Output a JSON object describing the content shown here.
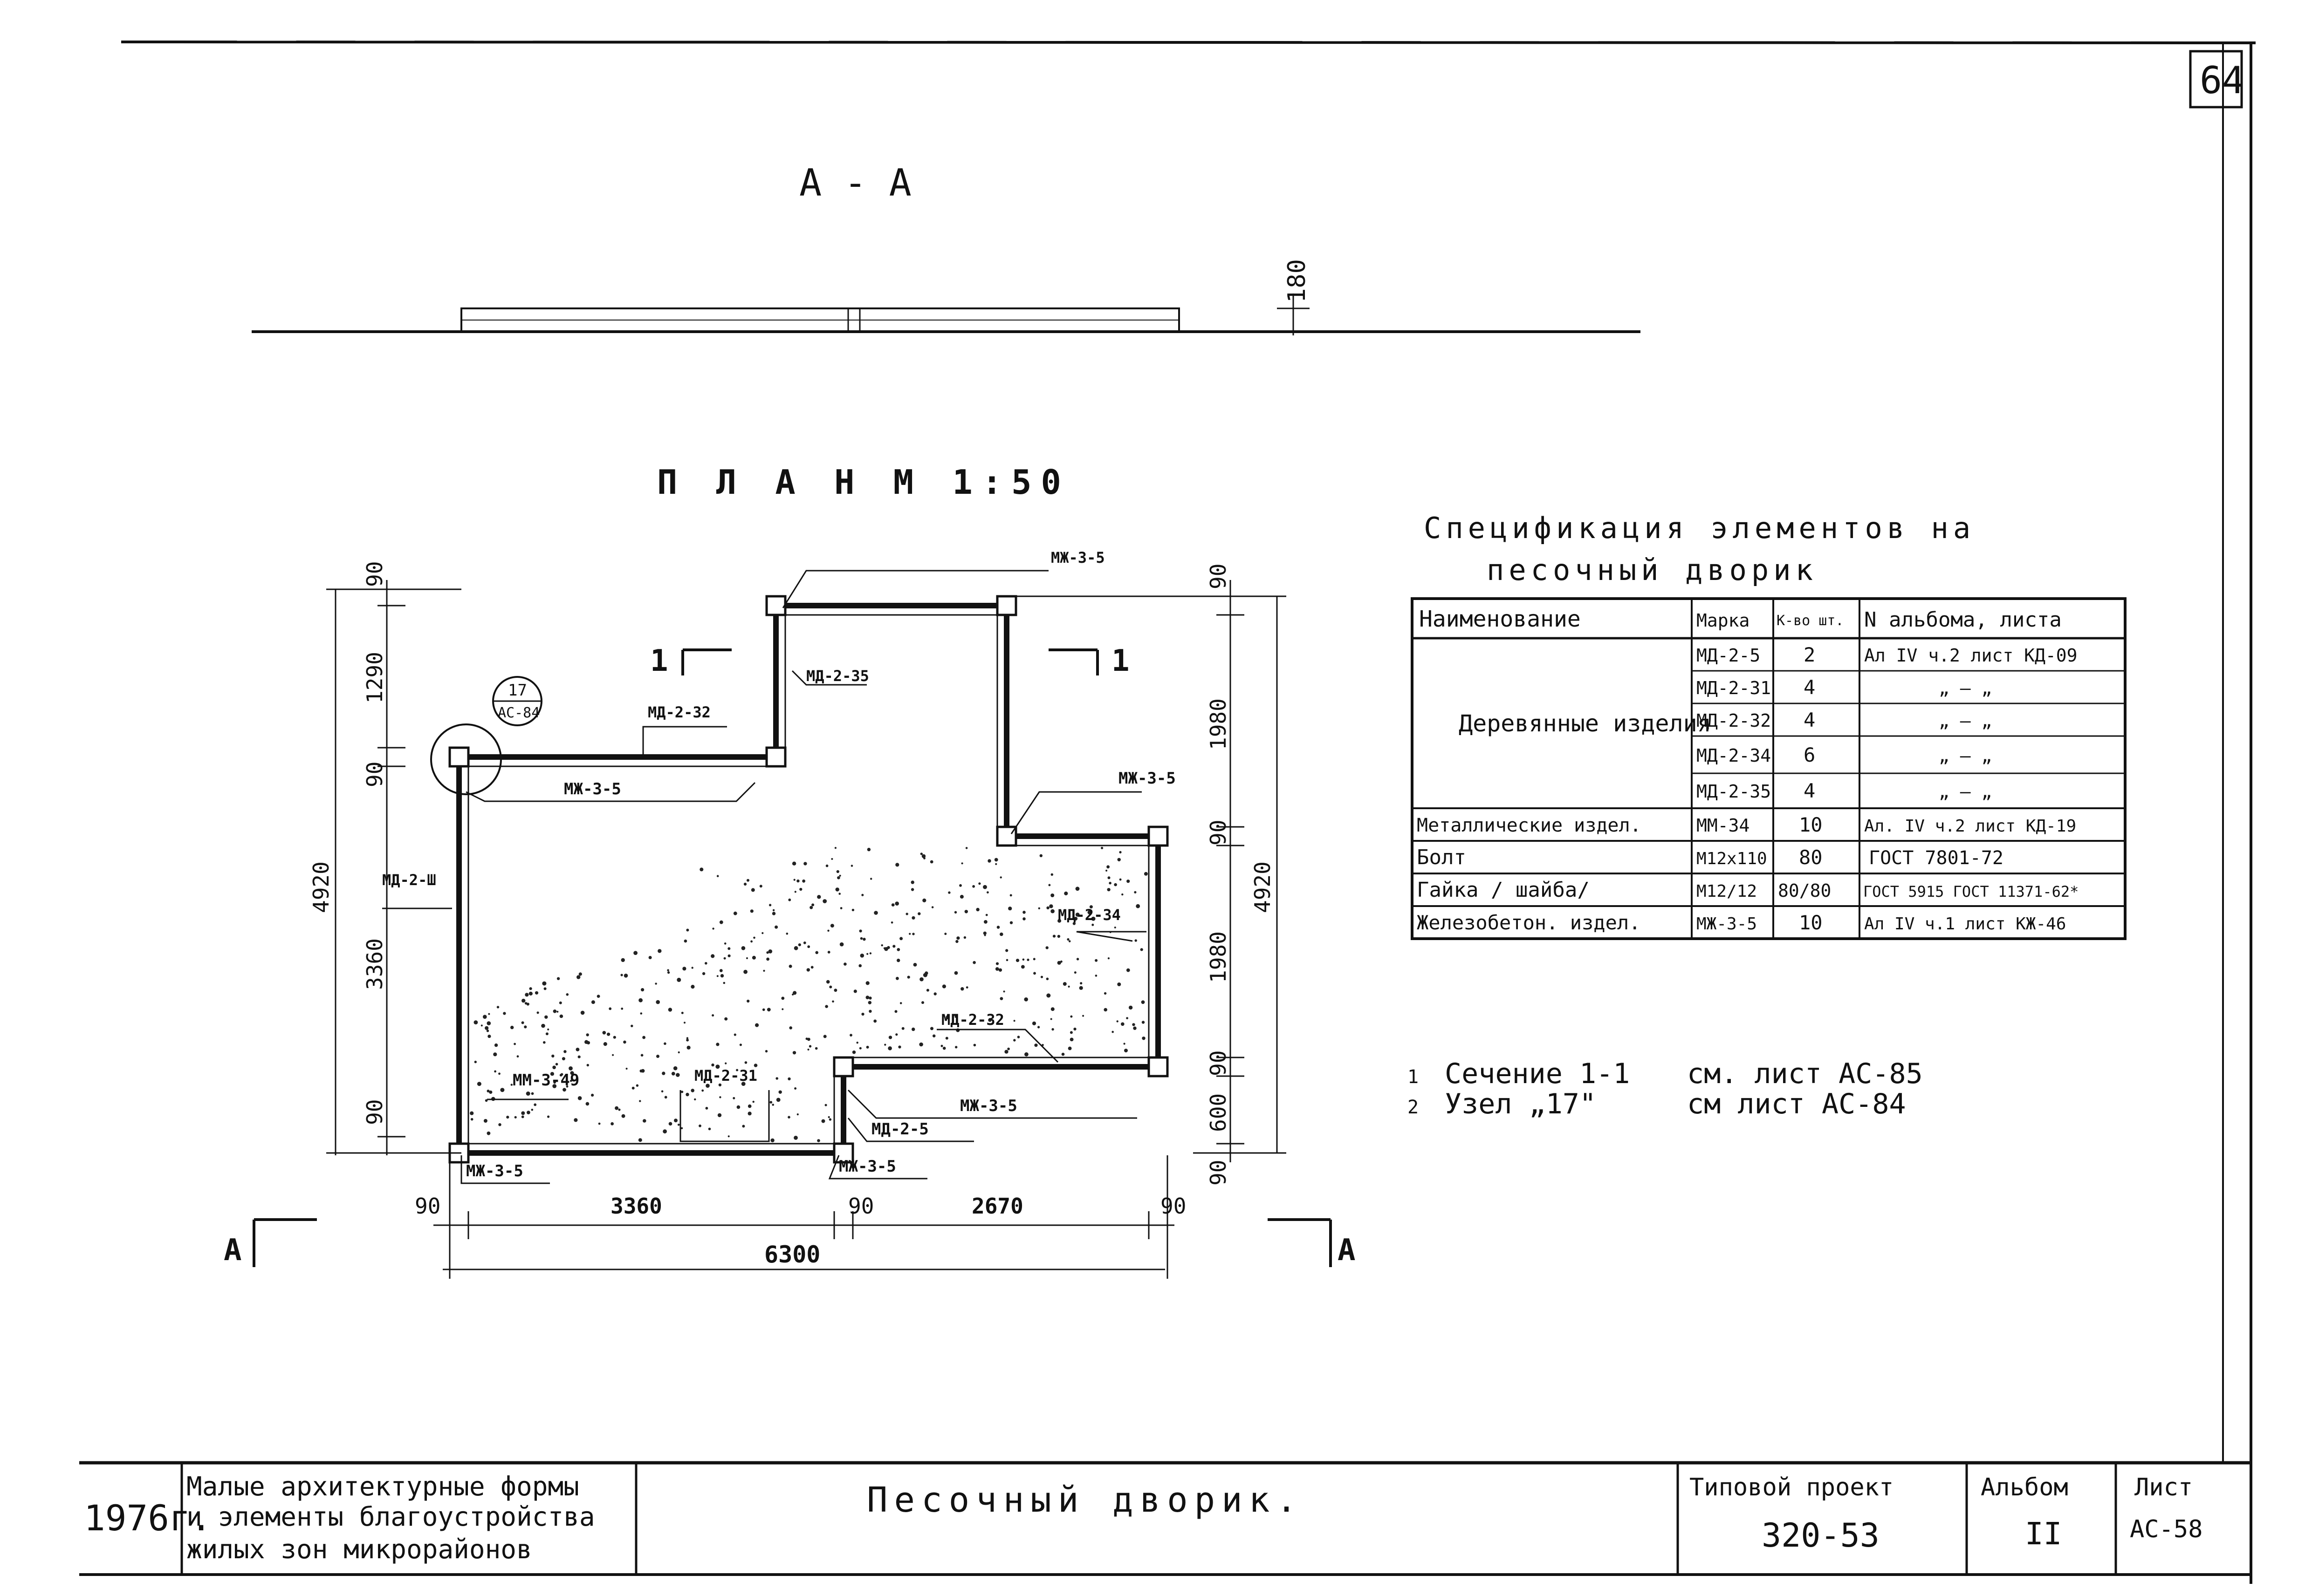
{
  "sheet_number": "64",
  "section": {
    "title": "А - А",
    "height_dim": "180"
  },
  "plan": {
    "title": "П Л А Н    М 1:50",
    "node_ref": {
      "number": "17",
      "sheet": "АС-84"
    },
    "cut_markers": {
      "section_1": "1",
      "section_a": "А"
    },
    "labels": {
      "mx35_top": "МЖ-3-5",
      "md232": "МД-2-32",
      "md235": "МД-2-35",
      "mx35_upper_left": "МЖ-3-5",
      "mx35_right": "МЖ-3-5",
      "md2ll": "МД-2-Ш",
      "md234": "МД-2-34",
      "md232b": "МД-2-32",
      "mm349": "ММ-3-49",
      "md231": "МД-2-31",
      "mx35_mid": "МЖ-3-5",
      "md25": "МД-2-5",
      "mx35_bottom_left": "МЖ-3-5",
      "mx35_bottom_mid": "МЖ-3-5"
    },
    "left_dims": {
      "d90a": "90",
      "d1290": "1290",
      "d90b": "90",
      "d3360": "3360",
      "d90c": "90",
      "total": "4920"
    },
    "right_dims": {
      "d90a": "90",
      "d1980a": "1980",
      "d90b": "90",
      "d1980b": "1980",
      "d90c": "90",
      "d600": "600",
      "d90d": "90",
      "total": "4920"
    },
    "bottom_dims": {
      "d90a": "90",
      "d3360": "3360",
      "d90b": "90",
      "d2670": "2670",
      "d90c": "90",
      "total": "6300"
    }
  },
  "spec": {
    "title_line1": "Спецификация элементов на",
    "title_line2": "песочный дворик",
    "headers": [
      "Наименование",
      "Марка",
      "К-во шт.",
      "N альбома, листа"
    ],
    "rows": [
      {
        "name": "Деревянные изделия",
        "mark": "МД-2-5",
        "qty": "2",
        "album": "Ал IV ч.2 лист КД-09"
      },
      {
        "name": "",
        "mark": "МД-2-31",
        "qty": "4",
        "album": "„ — „"
      },
      {
        "name": "",
        "mark": "МД-2-32",
        "qty": "4",
        "album": "„ — „"
      },
      {
        "name": "",
        "mark": "МД-2-34",
        "qty": "6",
        "album": "„ — „"
      },
      {
        "name": "",
        "mark": "МД-2-35",
        "qty": "4",
        "album": "„ — „"
      },
      {
        "name": "Металлические издел.",
        "mark": "ММ-34",
        "qty": "10",
        "album": "Ал. IV ч.2 лист КД-19"
      },
      {
        "name": "Болт",
        "mark": "М12х110",
        "qty": "80",
        "album": "ГОСТ 7801-72"
      },
      {
        "name": "Гайка / шайба/",
        "mark": "М12/12",
        "qty": "80/80",
        "album": "ГОСТ 5915 ГОСТ 11371-62*"
      },
      {
        "name": "Железобетон. издел.",
        "mark": "МЖ-3-5",
        "qty": "10",
        "album": "Ал IV ч.1 лист КЖ-46"
      }
    ]
  },
  "notes": [
    {
      "num": "1",
      "text": "Сечение 1-1",
      "ref": "см. лист АС-85"
    },
    {
      "num": "2",
      "text": "Узел „17\"",
      "ref": "см лист АС-84"
    }
  ],
  "title_block": {
    "year": "1976г.",
    "subject_line1": "Малые архитектурные формы",
    "subject_line2": "и элементы благоустройства",
    "subject_line3": "жилых зон микрорайонов",
    "sheet_title": "Песочный дворик.",
    "project_label": "Типовой проект",
    "project_number": "320-53",
    "album_label": "Альбом",
    "album_number": "II",
    "sheet_label": "Лист",
    "sheet_code": "АС-58"
  }
}
